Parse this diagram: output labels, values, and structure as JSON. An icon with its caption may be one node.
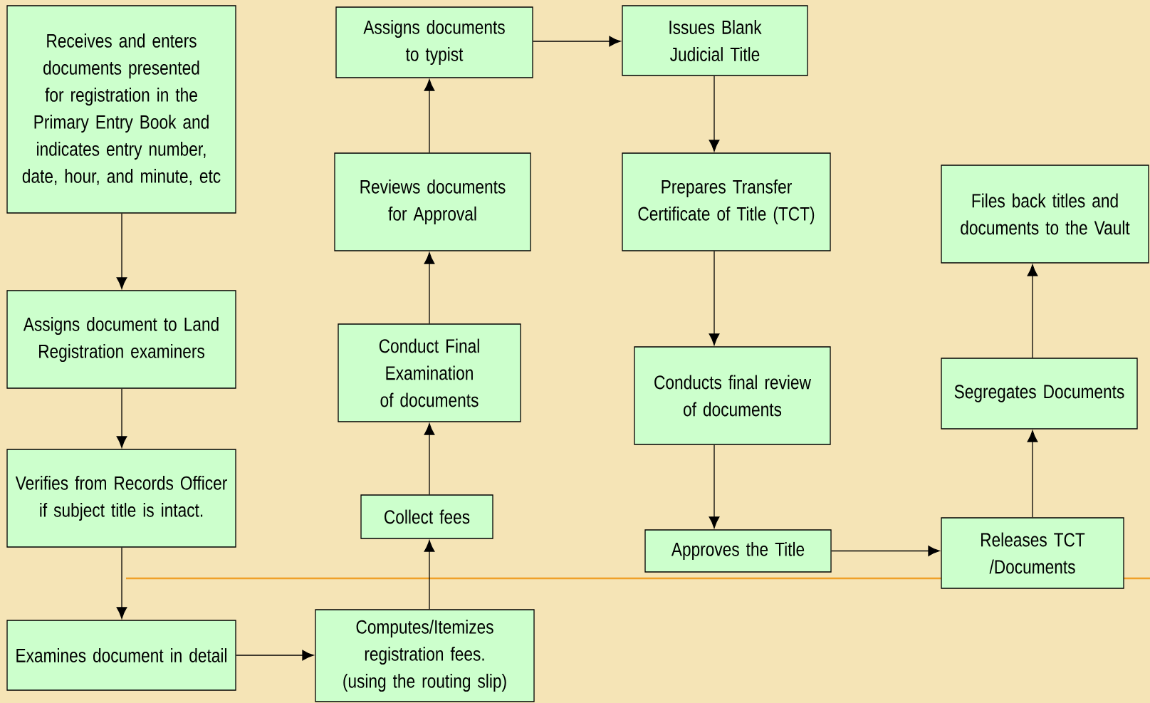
{
  "diagram": {
    "nodes": [
      {
        "text": [
          "Receives and enters documents presented for registration in the Primary Entry Book and indicates entry number, date, hour, and minute, etc"
        ]
      },
      {
        "text": [
          "Assigns document to Land Registration examiners"
        ]
      },
      {
        "text": [
          "Verifies from Records Officer if subject title is intact."
        ]
      },
      {
        "text": [
          "Examines document in detail"
        ]
      },
      {
        "text": [
          "Computes/Itemizes registration fees. (using the routing slip)"
        ]
      },
      {
        "text": [
          "Collect fees"
        ]
      },
      {
        "text": [
          "Conduct Final Examination of documents"
        ]
      },
      {
        "text": [
          "Reviews documents for Approval"
        ]
      },
      {
        "text": [
          "Assigns documents to typist"
        ]
      },
      {
        "text": [
          "Issues Blank Judicial Title"
        ]
      },
      {
        "text": [
          "Prepares Transfer Certificate of Title (TCT)"
        ]
      },
      {
        "text": [
          "Conducts final review of documents"
        ]
      },
      {
        "text": [
          "Approves the Title"
        ]
      },
      {
        "text": [
          "Releases TCT /Documents"
        ]
      },
      {
        "text": [
          "Segregates Documents"
        ]
      },
      {
        "text": [
          "Files back titles and documents to the Vault"
        ]
      }
    ],
    "edges": [
      {
        "from": 0,
        "to": 1,
        "arrow": "to"
      },
      {
        "from": 1,
        "to": 2,
        "arrow": "to"
      },
      {
        "from": 2,
        "to": 3,
        "arrow": "to"
      },
      {
        "from": 3,
        "to": 4,
        "arrow": "to"
      },
      {
        "from": 4,
        "to": 5,
        "arrow": "to"
      },
      {
        "from": 5,
        "to": 6,
        "arrow": "to"
      },
      {
        "from": 6,
        "to": 7,
        "arrow": "to"
      },
      {
        "from": 7,
        "to": 8,
        "arrow": "to"
      },
      {
        "from": 8,
        "to": 9,
        "arrow": "to"
      },
      {
        "from": 9,
        "to": 10,
        "arrow": "to"
      },
      {
        "from": 10,
        "to": 11,
        "arrow": "to"
      },
      {
        "from": 11,
        "to": 12,
        "arrow": "to"
      },
      {
        "from": 12,
        "to": 13,
        "arrow": "to"
      },
      {
        "from": 13,
        "to": 14,
        "arrow": "to"
      },
      {
        "from": 14,
        "to": 15,
        "arrow": "to"
      }
    ]
  }
}
